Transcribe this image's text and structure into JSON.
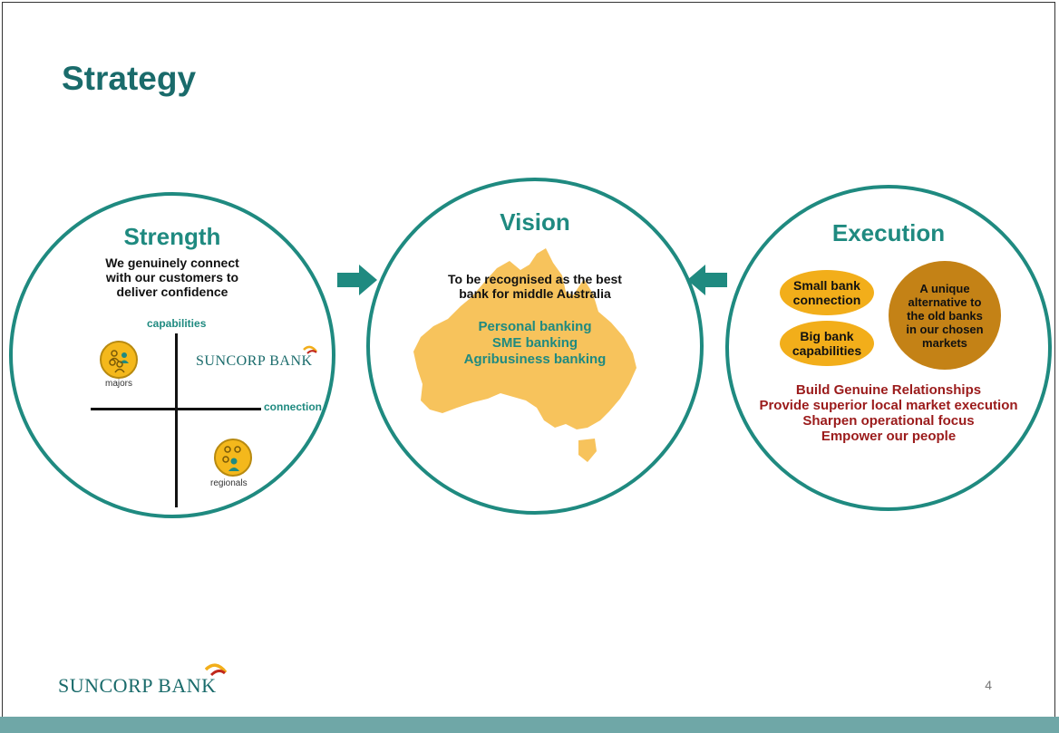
{
  "slide": {
    "title": "Strategy",
    "page_number": "4",
    "footer_brand": "SUNCORP BANK",
    "colors": {
      "teal": "#1f8a80",
      "orange": "#f2ae1a",
      "dark_orange": "#c48216",
      "maroon": "#9b1b1b",
      "bar": "#6fa7a7"
    }
  },
  "strength": {
    "title": "Strength",
    "statement": [
      "We genuinely connect",
      "with our customers to",
      "deliver confidence"
    ],
    "axis_y_label": "capabilities",
    "axis_x_label": "connection",
    "brand_logo_text": "SUNCORP BANK",
    "majors_label": "majors",
    "regionals_label": "regionals"
  },
  "vision": {
    "title": "Vision",
    "statement": [
      "To be recognised as the best",
      "bank for middle Australia"
    ],
    "segments": [
      "Personal banking",
      "SME banking",
      "Agribusiness banking"
    ]
  },
  "execution": {
    "title": "Execution",
    "bubble_small": [
      "Small bank",
      "connection"
    ],
    "bubble_big": [
      "Big bank",
      "capabilities"
    ],
    "bubble_unique": [
      "A unique",
      "alternative to",
      "the old banks",
      "in our chosen",
      "markets"
    ],
    "priorities": [
      "Build Genuine Relationships",
      "Provide superior local market execution",
      "Sharpen operational focus",
      "Empower our people"
    ]
  },
  "icons": [
    "arrow-right-icon",
    "arrow-left-icon",
    "people-icon",
    "australia-map-icon",
    "suncorp-swoosh-icon"
  ]
}
